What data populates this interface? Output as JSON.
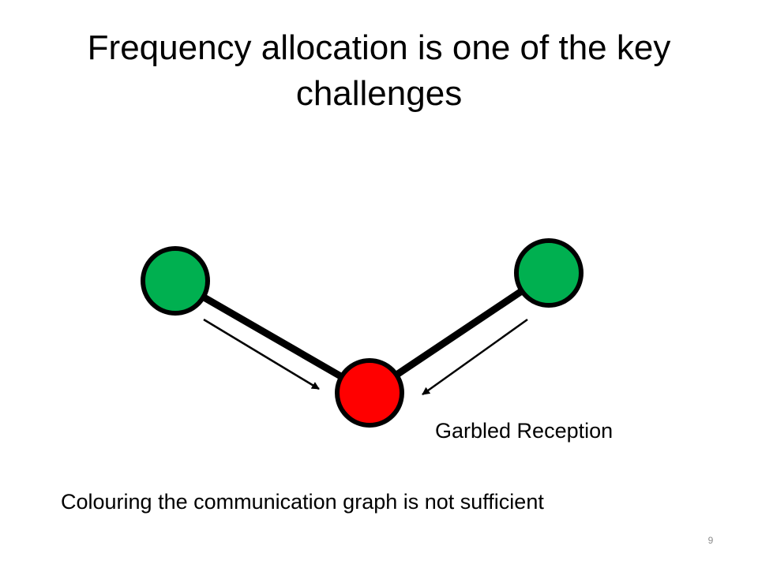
{
  "slide": {
    "title": "Frequency allocation is one of the key challenges",
    "garbled_label": "Garbled Reception",
    "caption": "Colouring the communication graph is not sufficient",
    "page_number": "9"
  },
  "diagram": {
    "nodes": [
      {
        "id": "left-transmitter",
        "color": "#00b050"
      },
      {
        "id": "right-transmitter",
        "color": "#00b050"
      },
      {
        "id": "receiver",
        "color": "#ff0000"
      }
    ],
    "edge_color": "#000000"
  }
}
